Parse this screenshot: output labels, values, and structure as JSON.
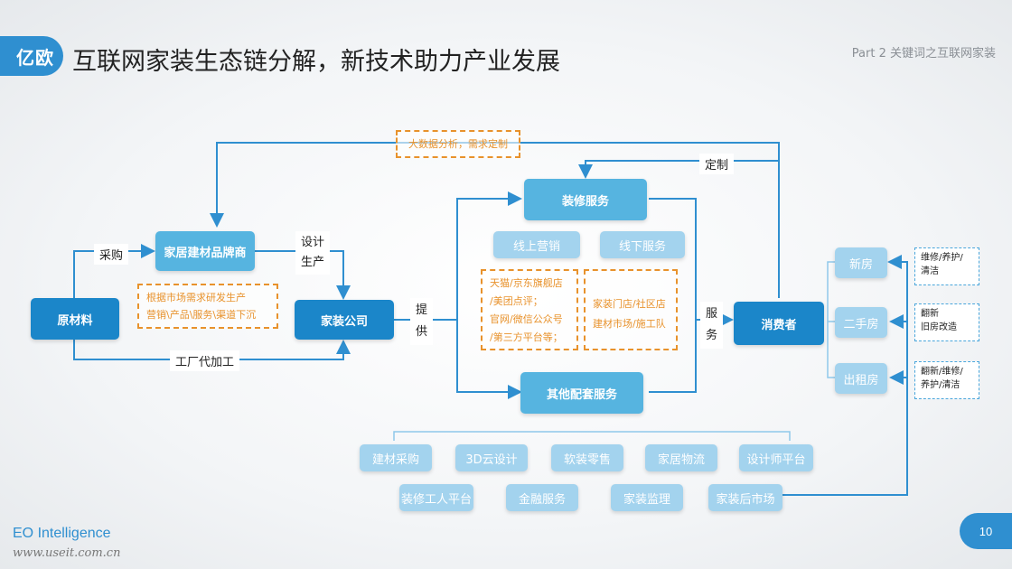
{
  "header": {
    "logo": "亿欧",
    "title": "互联网家装生态链分解，新技术助力产业发展",
    "part": "Part 2 关键词之互联网家装"
  },
  "nodes": {
    "raw": "原材料",
    "brand": "家居建材品牌商",
    "company": "家装公司",
    "reno": "装修服务",
    "online": "线上营销",
    "offline": "线下服务",
    "other": "其他配套服务",
    "consumer": "消费者",
    "new_house": "新房",
    "second_house": "二手房",
    "rent_house": "出租房"
  },
  "labels": {
    "purchase": "采购",
    "design": "设计",
    "produce": "生产",
    "oem": "工厂代加工",
    "provide_1": "提",
    "provide_2": "供",
    "service_1": "服",
    "service_2": "务",
    "custom": "定制"
  },
  "notes": {
    "bigdata": "大数据分析，需求定制",
    "brand_note_1": "根据市场需求研发生产",
    "brand_note_2": "营销\\产品\\服务\\渠道下沉",
    "online_lines": [
      "天猫/京东旗舰店",
      "/美团点评；",
      "官网/微信公众号",
      "/第三方平台等；"
    ],
    "offline_lines": [
      "家装门店/社区店",
      "建材市场/施工队"
    ],
    "new_house_lines": [
      "维修/养护/",
      "清洁"
    ],
    "second_house_lines": [
      "翻新",
      "旧房改造"
    ],
    "rent_house_lines": [
      "翻新/维修/",
      "养护/清洁"
    ]
  },
  "support_services": {
    "row1": [
      "建材采购",
      "3D云设计",
      "软装零售",
      "家居物流",
      "设计师平台"
    ],
    "row2": [
      "装修工人平台",
      "金融服务",
      "家装监理",
      "家装后市场"
    ]
  },
  "footer": {
    "brand": "EO Intelligence",
    "url": "www.useit.com.cn",
    "page": "10"
  },
  "colors": {
    "dark_blue": "#1b86c9",
    "mid_blue": "#56b4e0",
    "light_blue": "#a3d3ee",
    "orange": "#e8922c"
  }
}
